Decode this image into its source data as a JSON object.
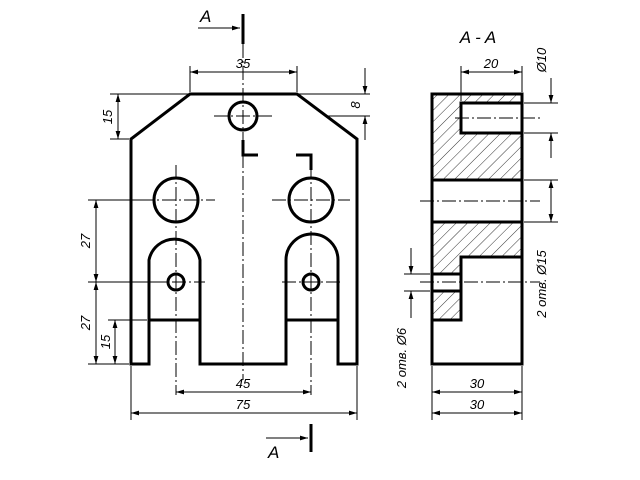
{
  "section_marks": {
    "top_letter": "A",
    "bottom_letter": "A",
    "section_title": "A - A"
  },
  "front_view": {
    "dims": {
      "top_width": "35",
      "chamfer_height": "15",
      "chamfer_depth": "8",
      "hole_spacing_vertical": "27",
      "lug_spacing_vertical": "27",
      "slot_height": "15",
      "lug_spacing_horizontal": "45",
      "overall_width": "75"
    }
  },
  "section_view": {
    "dims": {
      "counterbore_depth": "20",
      "counterbore_diameter": "Ø10",
      "through_hole_note": "2 отв. Ø15",
      "small_hole_note": "2 отв. Ø6",
      "width_inner": "30",
      "width_outer": "30"
    }
  }
}
